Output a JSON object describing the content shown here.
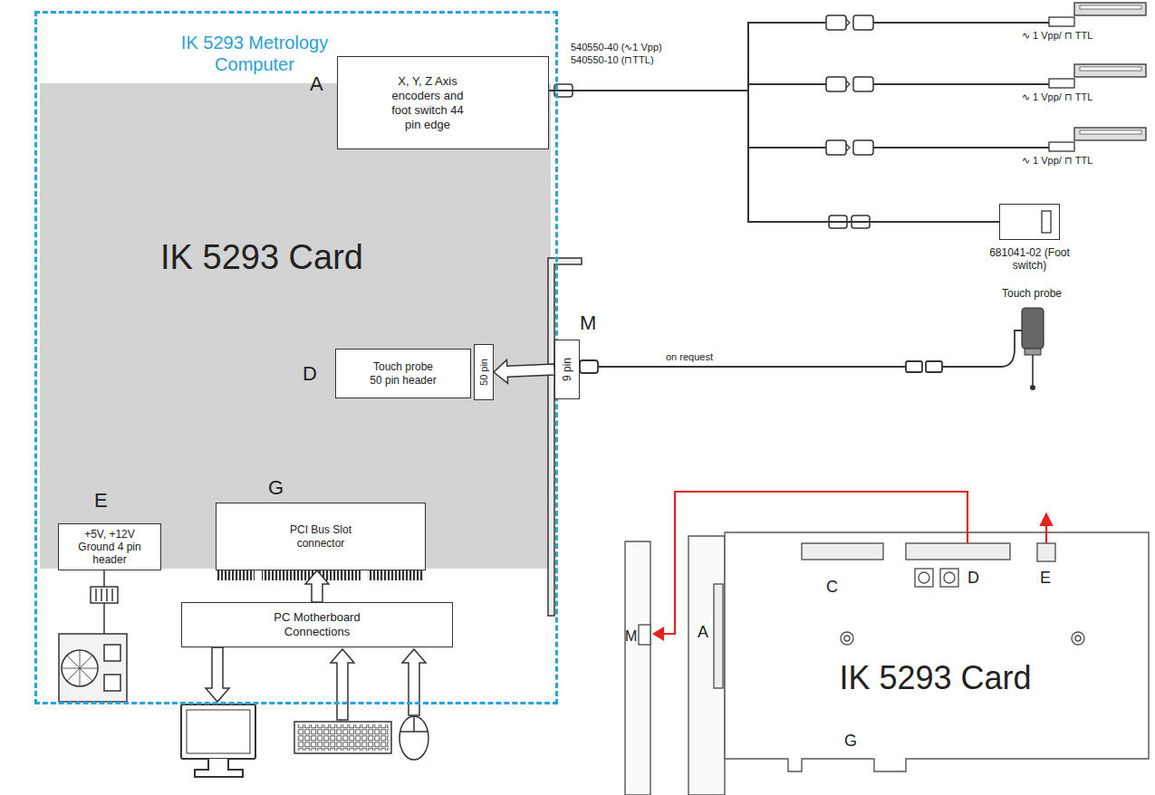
{
  "diagram": {
    "nodes": [
      {
        "text": [
          "IK 5293 Metrology Computer"
        ]
      },
      {
        "text": [
          "IK 5293 Card"
        ],
        "in": 0
      },
      {
        "text": [
          "X, Y, Z Axis encoders and foot switch 44 pin edge"
        ],
        "in": 1
      },
      {
        "text": [
          "Touch probe 50 pin header"
        ],
        "in": 1
      },
      {
        "text": [
          "+5V, +12V Ground 4 pin header"
        ],
        "in": 1
      },
      {
        "text": [
          "PCI Bus Slot connector"
        ],
        "in": 1
      },
      {
        "text": [
          "PC Motherboard Connections"
        ],
        "in": 0
      },
      {
        "text": [
          "681041-02 (Foot switch)"
        ]
      },
      {
        "text": [
          "9 pin"
        ]
      },
      {
        "text": [
          "50 pin"
        ],
        "in": 1
      },
      {
        "text": [
          "IK 5293 Card"
        ]
      }
    ],
    "edges": [
      {
        "from": 6,
        "to": 5,
        "arrow": "to"
      },
      {
        "from": 8,
        "to": 9,
        "arrow": "to"
      },
      {
        "from": 2,
        "to": 7,
        "arrow": "none"
      }
    ],
    "labels": [
      "A",
      "D",
      "E",
      "G",
      "M",
      "540550-40 (∿1 Vpp)",
      "540550-10 (⊓TTL)",
      "∿ 1 Vpp/ ⊓ TTL",
      "∿ 1 Vpp/ ⊓ TTL",
      "∿ 1 Vpp/ ⊓ TTL",
      "Touch probe",
      "on request",
      "C",
      "D",
      "E",
      "A",
      "M",
      "G"
    ]
  }
}
